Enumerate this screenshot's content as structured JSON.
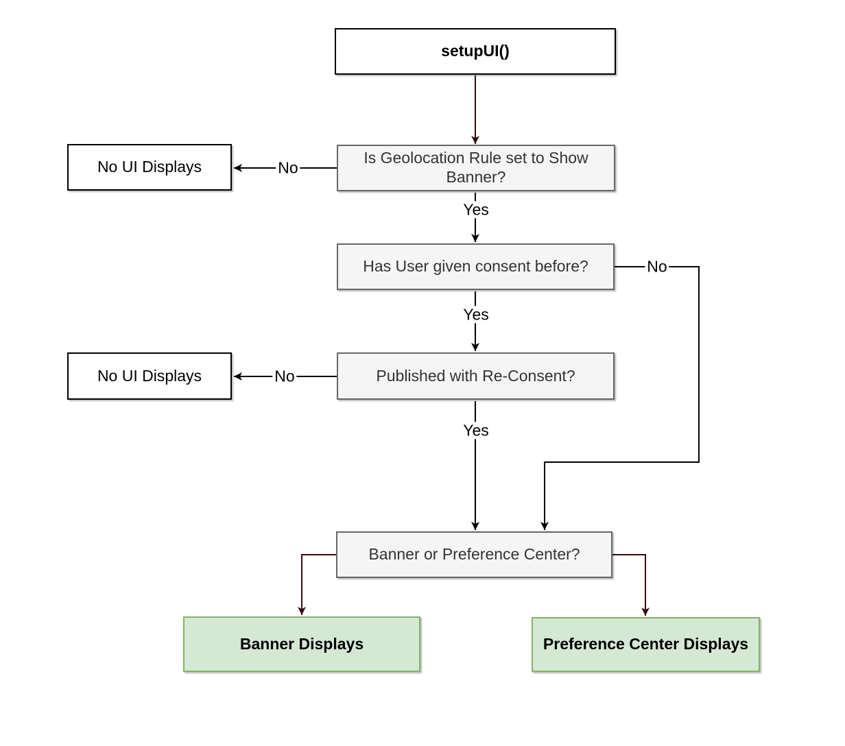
{
  "nodes": {
    "setup": {
      "label": "setupUI()"
    },
    "geo_rule": {
      "label": "Is Geolocation Rule set to Show Banner?"
    },
    "no_ui_top": {
      "label": "No UI Displays"
    },
    "consent": {
      "label": "Has User given consent before?"
    },
    "no_ui_mid": {
      "label": "No UI Displays"
    },
    "reconsent": {
      "label": "Published with Re-Consent?"
    },
    "banner_or_pc": {
      "label": "Banner or Preference Center?"
    },
    "banner": {
      "label": "Banner Displays"
    },
    "pref_center": {
      "label": "Preference Center Displays"
    }
  },
  "edge_labels": {
    "georule_no": "No",
    "georule_yes": "Yes",
    "consent_no": "No",
    "consent_yes": "Yes",
    "reconsent_no": "No",
    "reconsent_yes": "Yes"
  },
  "colors": {
    "gray_fill": "#f5f5f5",
    "gray_border": "#666666",
    "gray_text": "#333333",
    "white_fill": "#ffffff",
    "black_border": "#000000",
    "green_fill": "#d5e8d4",
    "green_border": "#82b366",
    "connector_black": "#000000",
    "connector_maroon": "#330d0d"
  }
}
